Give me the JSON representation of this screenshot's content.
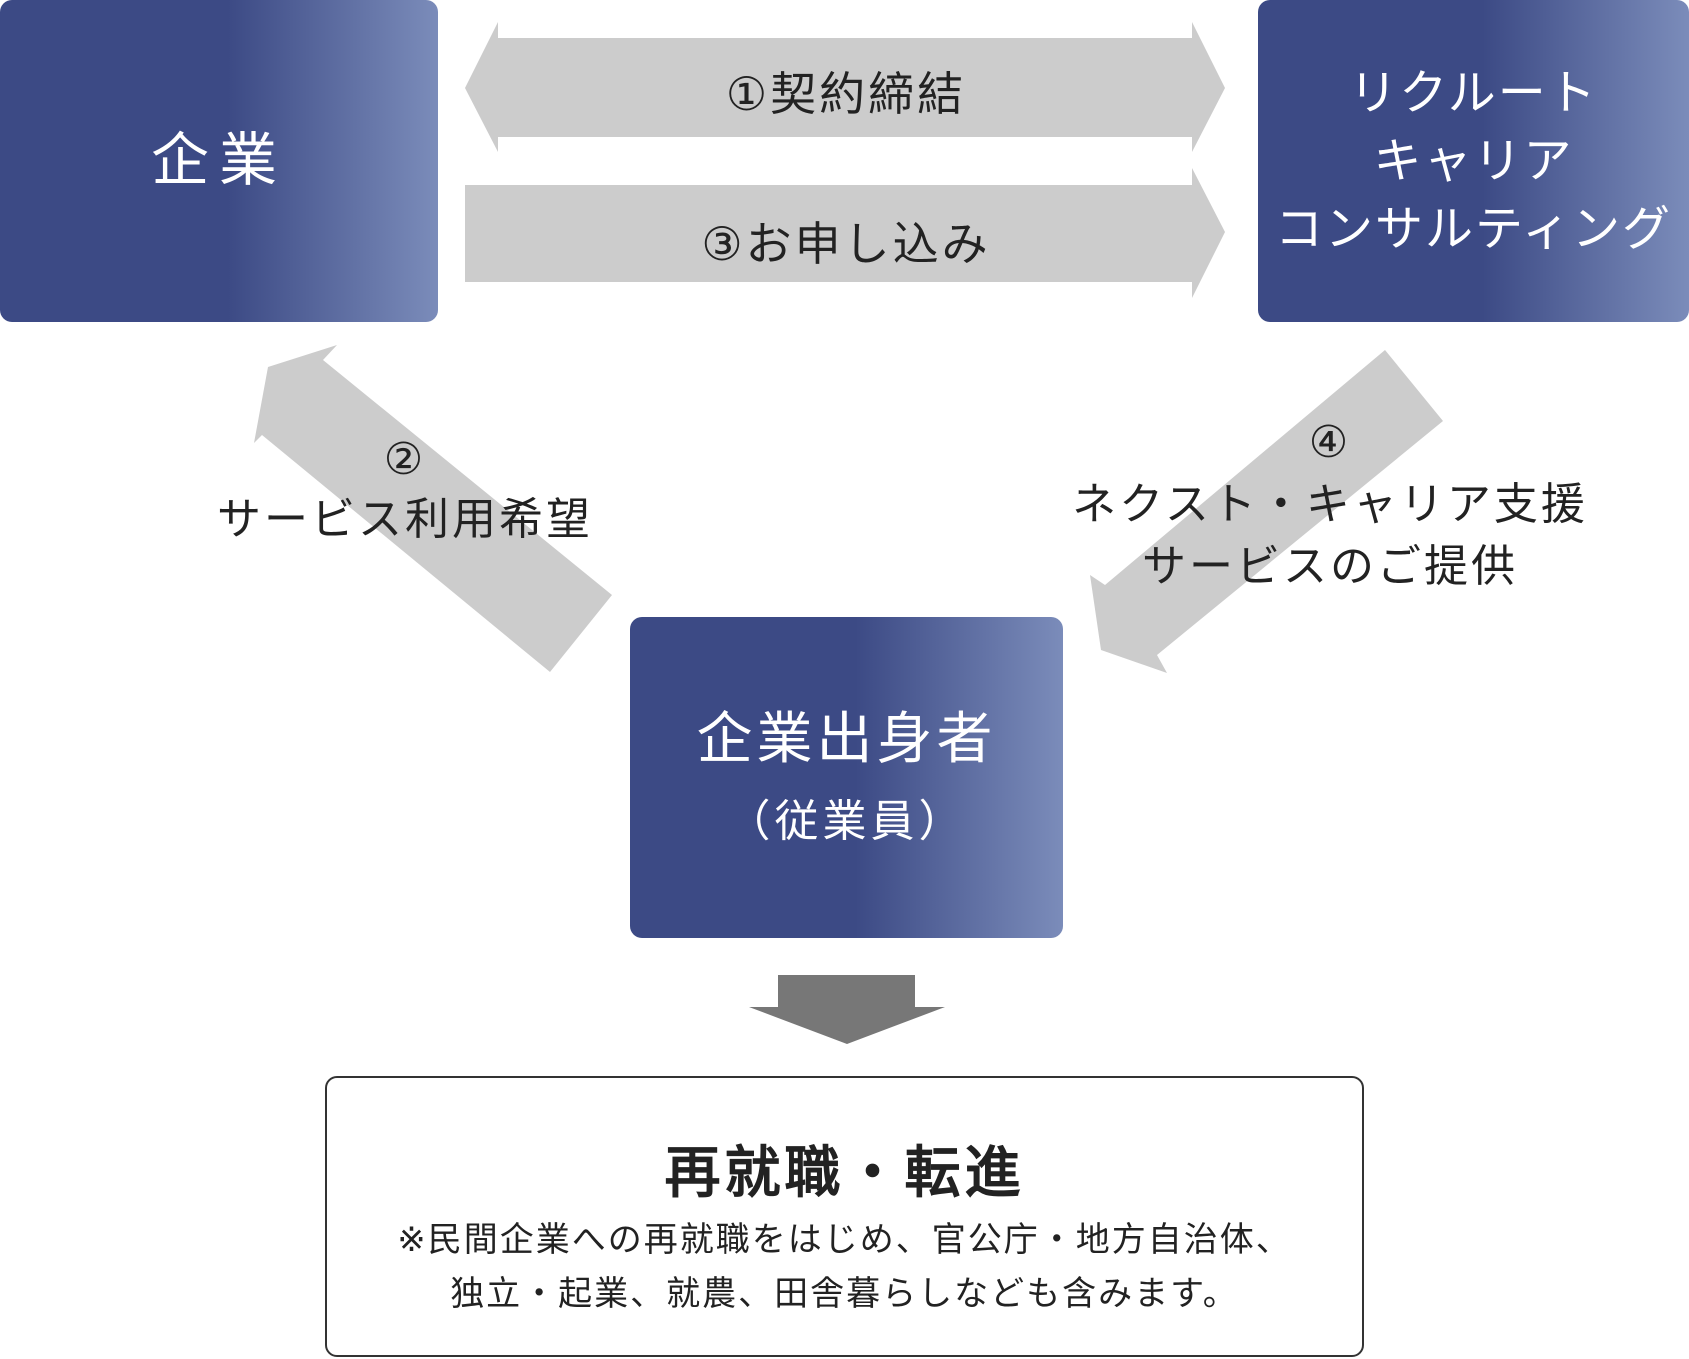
{
  "nodes": {
    "company": "企業",
    "rcc_lines": [
      "リクルート",
      "キャリア",
      "コンサルティング"
    ],
    "alumni_title": "企業出身者",
    "alumni_sub": "（従業員）"
  },
  "steps": {
    "step1": "①契約締結",
    "step2_number": "②",
    "step2_text": "サービス利用希望",
    "step3": "③お申し込み",
    "step4_number": "④",
    "step4_line1": "ネクスト・キャリア支援",
    "step4_line2": "サービスのご提供"
  },
  "result": {
    "title": "再就職・転進",
    "note_line1": "※民間企業への再就職をはじめ、官公庁・地方自治体、",
    "note_line2": "独立・起業、就農、田舎暮らしなども含みます。"
  },
  "colors": {
    "box_dark": "#3c4a85",
    "box_light": "#7b8cba",
    "arrow_gray": "#cccccc",
    "down_arrow": "#777777"
  }
}
